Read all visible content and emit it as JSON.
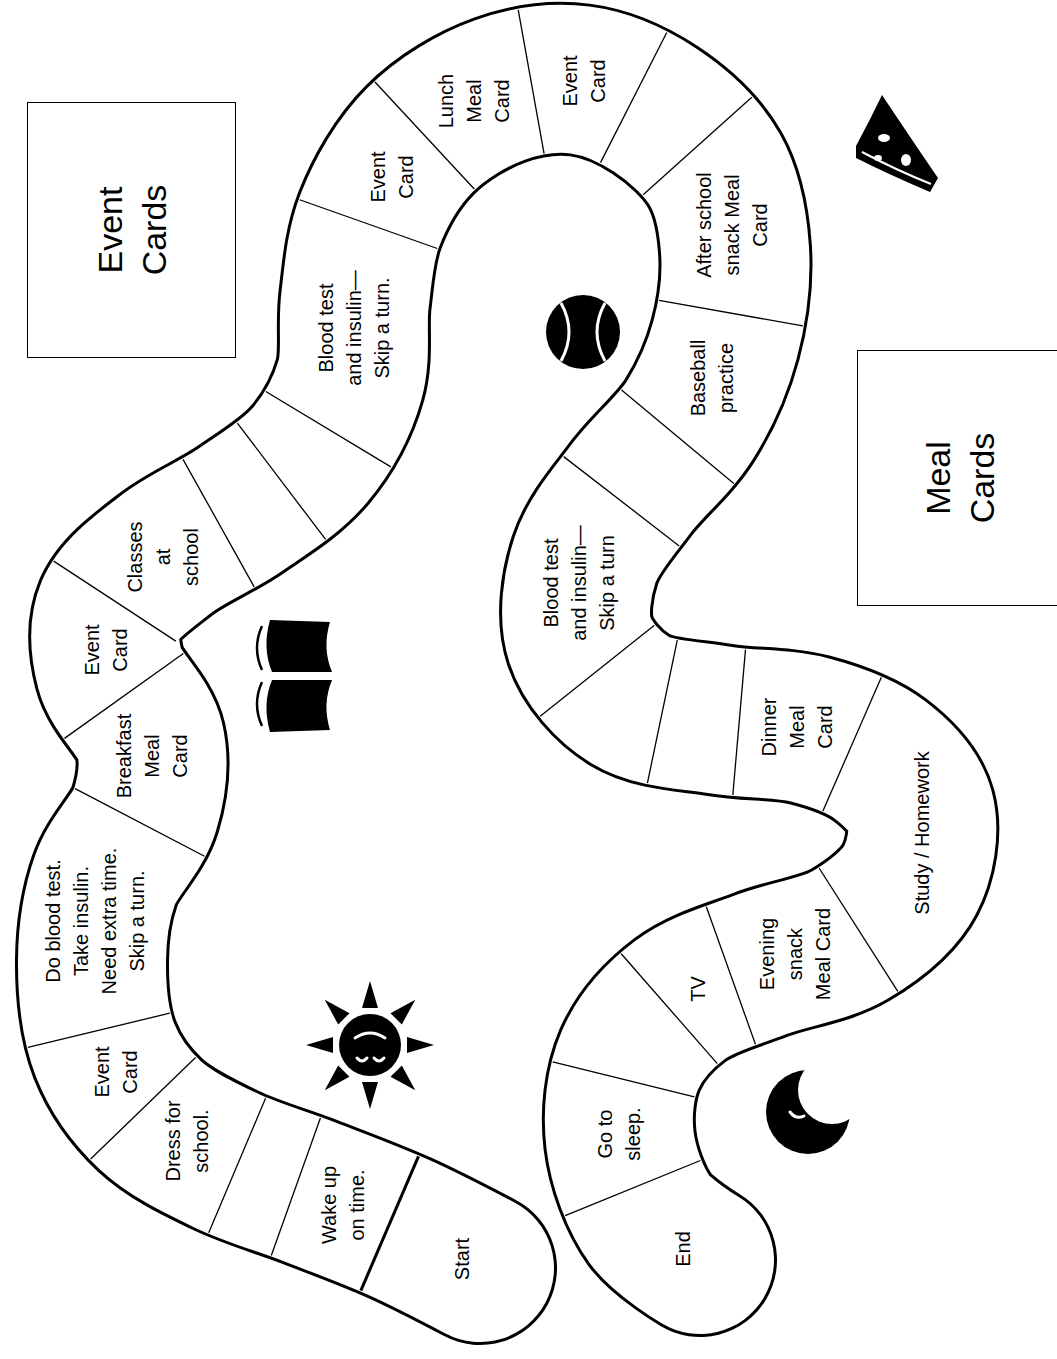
{
  "diagram": {
    "nodes": [
      {
        "text": [
          "Start"
        ]
      },
      {
        "text": [
          "Wake up on time."
        ]
      },
      {
        "text": [
          "Dress for school."
        ]
      },
      {
        "text": [
          "Event Card"
        ]
      },
      {
        "text": [
          "Do blood test. Take insulin. Need extra time. Skip a turn."
        ]
      },
      {
        "text": [
          "Breakfast Meal Card"
        ]
      },
      {
        "text": [
          "Event Card"
        ]
      },
      {
        "text": [
          "Classes at school"
        ]
      },
      {
        "text": [
          "Blood test and insulin— Skip a turn."
        ]
      },
      {
        "text": [
          "Event Card"
        ]
      },
      {
        "text": [
          "Lunch Meal Card"
        ]
      },
      {
        "text": [
          "Event Card"
        ]
      },
      {
        "text": [
          "After school snack Meal Card"
        ]
      },
      {
        "text": [
          "Baseball practice"
        ]
      },
      {
        "text": [
          "Blood test and insulin— Skip a turn"
        ]
      },
      {
        "text": [
          "Dinner Meal Card"
        ]
      },
      {
        "text": [
          "Study / Homework"
        ]
      },
      {
        "text": [
          "Evening snack Meal Card"
        ]
      },
      {
        "text": [
          "TV"
        ]
      },
      {
        "text": [
          "Go to sleep."
        ]
      },
      {
        "text": [
          "End"
        ]
      },
      {
        "text": [
          "Event Cards"
        ]
      },
      {
        "text": [
          "Meal Cards"
        ]
      }
    ]
  }
}
